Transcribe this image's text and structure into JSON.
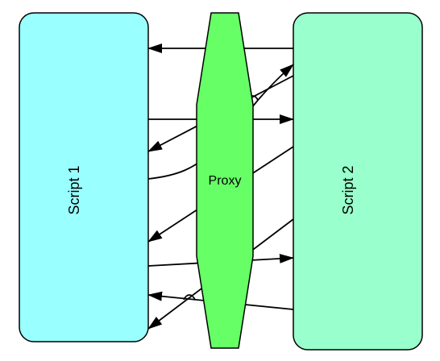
{
  "nodes": {
    "script1": {
      "label": "Script 1",
      "fill": "#99ffff"
    },
    "proxy": {
      "label": "Proxy",
      "fill": "#66ff66"
    },
    "script2": {
      "label": "Script 2",
      "fill": "#99ffcc"
    }
  },
  "edge_color": "#000000"
}
